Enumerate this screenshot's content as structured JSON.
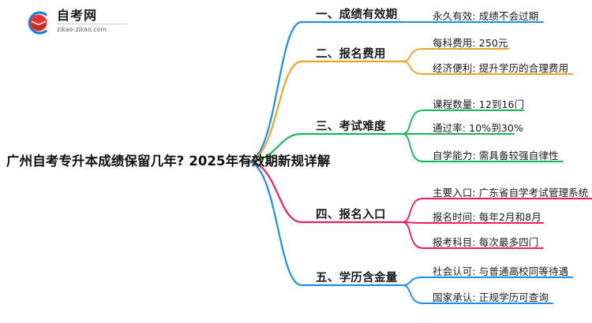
{
  "logo": {
    "name_cn": "自考网",
    "url": "zikao-zikao.com",
    "mark_icon": "graduation-cap-icon",
    "arc_color": "#1a7fd4",
    "cap_color": "#e8312a"
  },
  "root": {
    "title": "广州自考专升本成绩保留几年? 2025年有效期新规详解"
  },
  "branches": [
    {
      "label": "一、成绩有效期",
      "color": "#1a8fe8",
      "children": [
        {
          "label": "永久有效: 成绩不会过期"
        }
      ]
    },
    {
      "label": "二、报名费用",
      "color": "#eda426",
      "children": [
        {
          "label": "每科费用: 250元"
        },
        {
          "label": "经济便利: 提升学历的合理费用"
        }
      ]
    },
    {
      "label": "三、考试难度",
      "color": "#14b85c",
      "children": [
        {
          "label": "课程数量: 12到16门"
        },
        {
          "label": "通过率: 10%到30%"
        },
        {
          "label": "自学能力: 需具备较强自律性"
        }
      ]
    },
    {
      "label": "四、报名入口",
      "color": "#ec1c63",
      "children": [
        {
          "label": "主要入口: 广东省自学考试管理系统"
        },
        {
          "label": "报名时间: 每年2月和8月"
        },
        {
          "label": "报考科目: 每次最多四门"
        }
      ]
    },
    {
      "label": "五、学历含金量",
      "color": "#1a8fe8",
      "children": [
        {
          "label": "社会认可: 与普通高校同等待遇"
        },
        {
          "label": "国家承认: 正规学历可查询"
        }
      ]
    }
  ]
}
